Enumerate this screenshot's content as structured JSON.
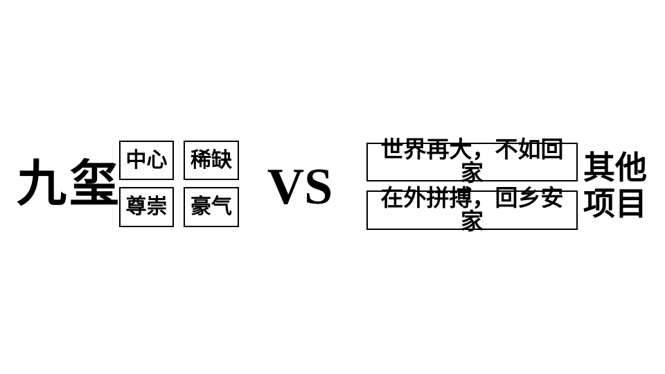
{
  "slide": {
    "background_color": "#ffffff",
    "text_color": "#000000",
    "border_color": "#000000"
  },
  "left_project": {
    "name": "九玺",
    "features": [
      "中心",
      "稀缺",
      "尊崇",
      "豪气"
    ]
  },
  "vs_label": "VS",
  "right_project": {
    "name": "其他\n项目",
    "quotes": [
      "世界再大，不如回\n家",
      "在外拼搏，回乡安\n家"
    ]
  }
}
